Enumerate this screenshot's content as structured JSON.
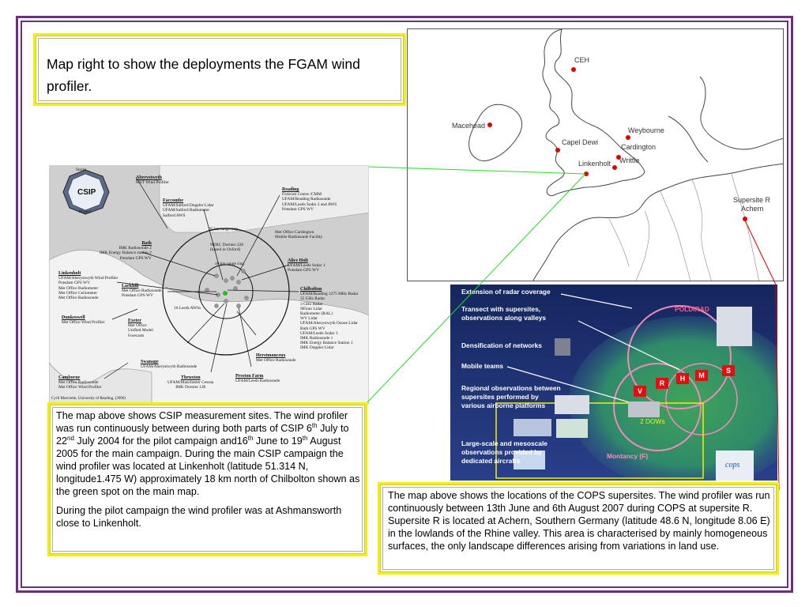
{
  "title": "Map right to show the deployments the FGAM wind profiler.",
  "csip_text": {
    "p1_a": "The map above shows CSIP measurement sites. The wind profiler  was run continuously between during both parts of CSIP 6",
    "p1_sup1": "th",
    "p1_b": " July  to 22",
    "p1_sup2": "nd",
    "p1_c": " July 2004 for the pilot campaign and16",
    "p1_sup3": "th",
    "p1_d": " June to 19",
    "p1_sup4": "th",
    "p1_e": " August 2005 for the main campaign. During the main CSIP campaign the wind profiler was located at Linkenholt (latitude 51.314 N, longitude1.475 W) approximately 18 km north of Chilbolton shown as the green spot on the main map.",
    "p2": "During the pilot campaign the wind profiler was at Ashmansworth close to Linkenholt."
  },
  "cops_text": "The map above shows the locations of the COPS supersites. The wind profiler was run continuously between 13th  June and 6th August 2007 during COPS at supersite R. Supersite R is located at Achern, Southern Germany (latitude 48.6 N, longitude 8.06 E) in the lowlands of the Rhine valley. This area is characterised by  mainly homogeneous surfaces, the only landscape differences arising from variations in land use.",
  "euro_map": {
    "sites": {
      "ceh": "CEH",
      "macehead": "Macehead",
      "capel_dewi": "Capel Dewi",
      "weybourne": "Weybourne",
      "cardington": "Cardington",
      "linkenholt": "Linkenholt",
      "writtle": "Writtle",
      "supersite_r": "Supersite R",
      "achern": "Achern"
    },
    "marker_color": "#e00000"
  },
  "csip_map": {
    "logo_top": "Storm",
    "logo_main": "CSIP",
    "logo_bottom": "Project",
    "range_95": "95 km range ring",
    "range_40": "40 km range ring",
    "nerc": "NERC Dornier 228\n(based in Oxford)",
    "aws": "16 Leeds AWSs",
    "credit": "Cyril Morcrette, University of Reading, (2006)",
    "sites": [
      {
        "name": "Aberystwyth",
        "lines": "MST Wind Profiler"
      },
      {
        "name": "Faccombe",
        "lines": "UFAM/Salford Doppler Lidar\nUFAM/Salford Radiometer\nSalford AWS"
      },
      {
        "name": "Reading",
        "lines": "Forecast Centre /CMM\nUFAM/Reading Radiosonde\nUFAM/Leeds Sodar 2 and AWS\nPotsdam GPS WV"
      },
      {
        "name": "",
        "lines": "Met Office Cardington\nMobile Radiosonde Facility"
      },
      {
        "name": "Bath",
        "lines": "IMK Radiosonde 2\nIMK Energy Balance station 2\nPotsdam GPS WV"
      },
      {
        "name": "Alice Holt",
        "lines": "UFAM/Leeds Sodar 1\nPotsdam GPS WV"
      },
      {
        "name": "Linkenholt",
        "lines": "UFAM/Aberystwyth Wind Profiler\nPotsdam GPS WV\nMet Office Radiometer\nMet Office Ceilometer\nMet Office Radiosonde"
      },
      {
        "name": "Larkhill",
        "lines": "Met Office Radiosonde\nPotsdam GPS WV"
      },
      {
        "name": "Chilbolton",
        "lines": "UFAM/Reading 1275 MHz Radar\n35 GHz Radar\n3 GHz Radar\n905nm Lidar\nRadiometer (RAL)\nWV Lidar\nUFAM/Aberystwyth Ozone Lidar\nBath GPS WV\nUFAM/Leeds Sodar 3\nIMK Radiosonde 1\nIMK Energy Balance Station 1\nIMK Doppler Lidar"
      },
      {
        "name": "Dunkeswell",
        "lines": "Met Office Wind Profiler"
      },
      {
        "name": "Exeter",
        "lines": "Met Office\nUnified Model\nForecasts"
      },
      {
        "name": "Swanage",
        "lines": "UFAM/Aberystwyth Radiosonde"
      },
      {
        "name": "Herstmonceux",
        "lines": "Met Office Radiosonde"
      },
      {
        "name": "Thruxton",
        "lines": "UFAM/Manchester Cessna\nIMK Dornier 128"
      },
      {
        "name": "Preston Farm",
        "lines": "UFAM/Leeds Radiosonde"
      },
      {
        "name": "Camborne",
        "lines": "Met Office Radiosonde\nMet Office Wind Profiler"
      }
    ]
  },
  "cops_map": {
    "items": [
      "Extension of radar coverage",
      "Transect with supersites,\nobservations along valleys",
      "Densification of networks",
      "Mobile teams",
      "Regional observations between\nsupersites performed by\nvarious airborne platforms",
      "Large-scale and mesoscale\nobservations provided by\ndedicated aircrafts"
    ],
    "poldirad": "POLDIRAD",
    "dows": "2 DOWs",
    "montancy": "Montancy (F)",
    "tags": [
      "V",
      "R",
      "H",
      "M",
      "S"
    ],
    "logo": "cops"
  }
}
